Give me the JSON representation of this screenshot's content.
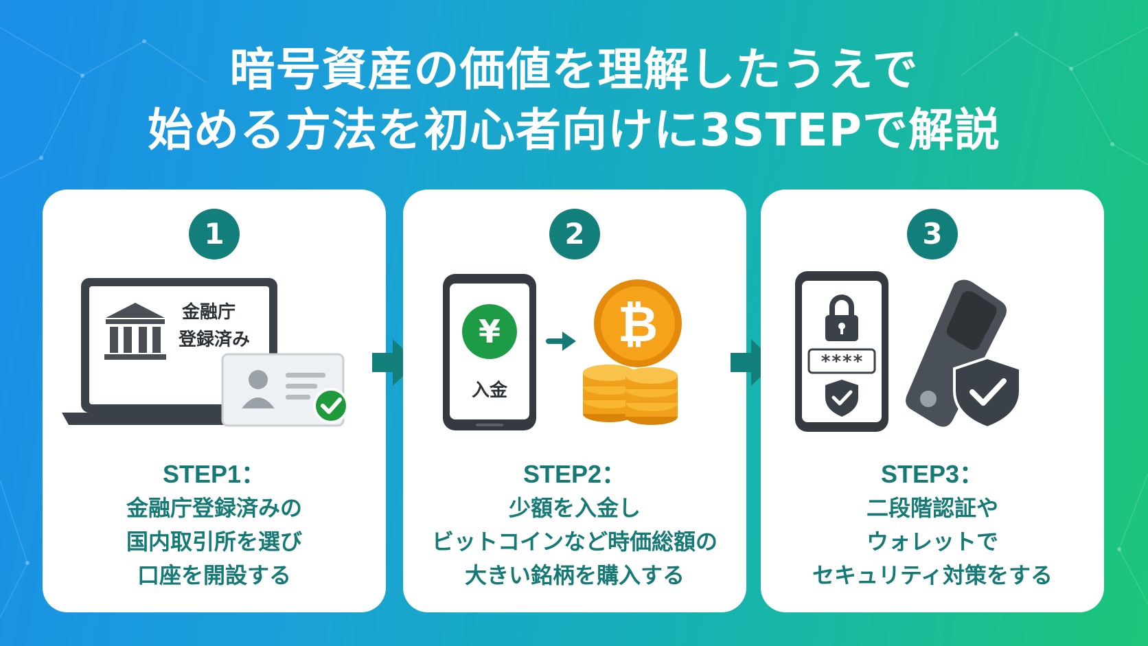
{
  "title": {
    "line1": "暗号資産の価値を理解したうえで",
    "line2": "始める方法を初心者向けに3STEPで解説"
  },
  "colors": {
    "accent": "#137f7b",
    "text_teal": "#157a76",
    "gradient_start": "#1a8ee8",
    "gradient_end": "#1cc67a",
    "check_green": "#1f9a3a",
    "yen_green": "#1e9b45",
    "coin_orange": "#f29a12"
  },
  "steps": [
    {
      "number": "1",
      "label": "STEP1：",
      "lines": [
        "金融庁登録済みの",
        "国内取引所を選び",
        "口座を開設する"
      ],
      "illustration": {
        "type": "laptop-with-id-card",
        "screen_text_line1": "金融庁",
        "screen_text_line2": "登録済み",
        "icons": [
          "laptop-icon",
          "bank-icon",
          "id-card-icon",
          "check-icon"
        ]
      }
    },
    {
      "number": "2",
      "label": "STEP2：",
      "lines": [
        "少額を入金し",
        "ビットコインなど時価総額の",
        "大きい銘柄を購入する"
      ],
      "illustration": {
        "type": "phone-deposit-to-bitcoin",
        "yen_symbol": "¥",
        "phone_text": "入金",
        "coin_symbol": "₿",
        "icons": [
          "smartphone-icon",
          "yen-icon",
          "arrow-right-icon",
          "bitcoin-icon",
          "coin-stack-icon"
        ]
      }
    },
    {
      "number": "3",
      "label": "STEP3：",
      "lines": [
        "二段階認証や",
        "ウォレットで",
        "セキュリティ対策をする"
      ],
      "illustration": {
        "type": "phone-security-and-hardware-wallet",
        "password_mask": "****",
        "icons": [
          "smartphone-icon",
          "lock-icon",
          "shield-check-icon",
          "hardware-wallet-icon"
        ]
      }
    }
  ]
}
